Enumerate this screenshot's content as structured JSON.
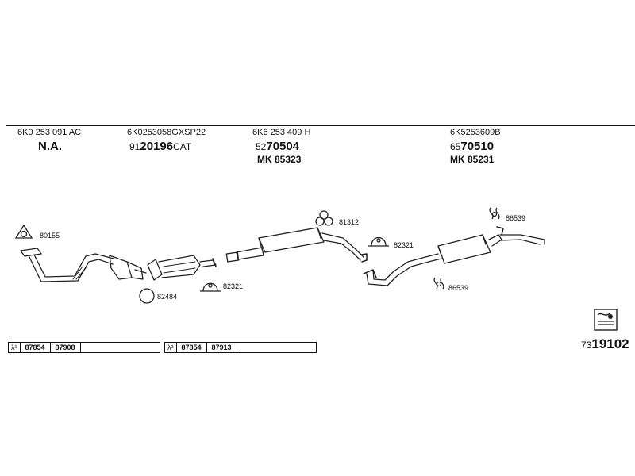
{
  "header": {
    "col1": {
      "part_no": "6K0 253 091 AC",
      "main": "N.A."
    },
    "col2": {
      "part_no": "6K0253058GXSP22",
      "prefix": "91",
      "main": "20196",
      "suffix": "CAT"
    },
    "col3": {
      "part_no": "6K6 253 409 H",
      "prefix": "52",
      "main": "70504",
      "mk": "MK  85323"
    },
    "col4": {
      "part_no": "6K5253609B",
      "prefix": "65",
      "main": "70510",
      "mk": "MK  85231"
    }
  },
  "callouts": {
    "c80155": "80155",
    "c82484": "82484",
    "c82321a": "82321",
    "c81312": "81312",
    "c82321b": "82321",
    "c86539a": "86539",
    "c86539b": "86539"
  },
  "lambda": {
    "l1": {
      "symbol": "λ¹",
      "a": "87854",
      "b": "87908"
    },
    "l2": {
      "symbol": "λ²",
      "a": "87854",
      "b": "87913"
    }
  },
  "catalog": {
    "prefix": "73",
    "main": "19102"
  },
  "icons": [
    "gasket-icon",
    "o-ring-icon",
    "clamp-icon",
    "hanger-icon",
    "manual-book-icon"
  ]
}
